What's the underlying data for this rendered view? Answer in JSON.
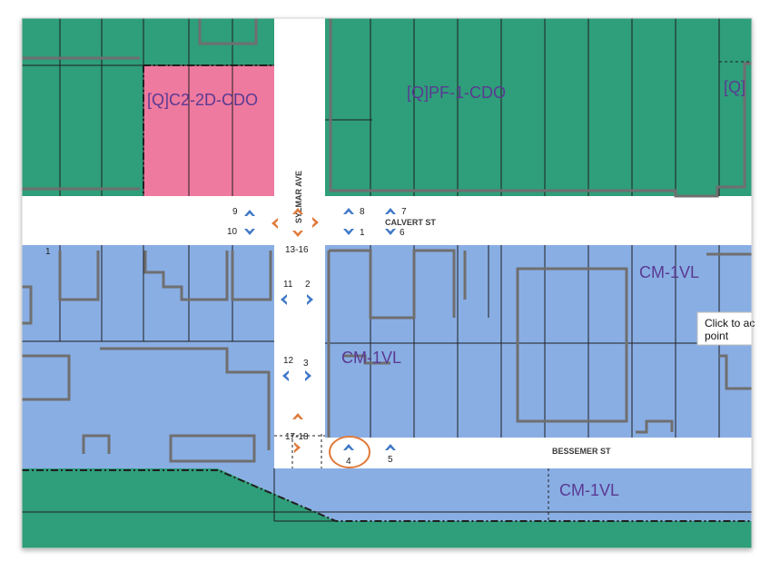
{
  "zones": {
    "c2": "[Q]C2-2D-CDO",
    "pf": "[Q]PF-1-CDO",
    "pf_clipped": "[Q]",
    "cm_east": "CM-1VL",
    "cm_center": "CM-1VL",
    "cm_south": "CM-1VL"
  },
  "streets": {
    "sylmar": "SYLMAR AVE",
    "calvert": "CALVERT ST",
    "bessemer": "BESSEMER ST"
  },
  "markers": {
    "m9": "9",
    "m10": "10",
    "m13_16": "13-16",
    "m8": "8",
    "m1": "1",
    "m7": "7",
    "m6": "6",
    "m11": "11",
    "m2": "2",
    "m12": "12",
    "m3": "3",
    "m17_18": "17-18",
    "m4": "4",
    "m5": "5",
    "lot1": "1"
  },
  "tooltip": {
    "line1": "Click to ac",
    "line2": "point"
  },
  "colors": {
    "green_zone": "#2f9e7a",
    "pink_zone": "#ef7aa0",
    "blue_zone": "#89aee4",
    "street": "#ffffff",
    "parcel_line": "#1f1f1f",
    "building_outline": "#6f6f6f",
    "arrow_blue": "#3f78c8",
    "arrow_orange": "#e07a3a",
    "zone_text": "#5a3a92"
  }
}
